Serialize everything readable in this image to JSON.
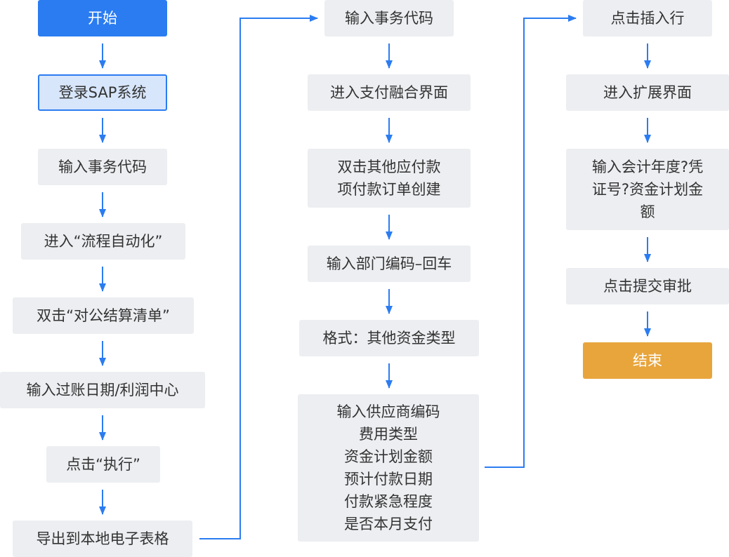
{
  "flow": {
    "col1": [
      {
        "id": "start",
        "text": "开始"
      },
      {
        "id": "login",
        "text": "登录SAP系统"
      },
      {
        "id": "tcode1",
        "text": "输入事务代码"
      },
      {
        "id": "process",
        "text": "进入“流程自动化”"
      },
      {
        "id": "dblclick1",
        "text": "双击“对公结算清单”"
      },
      {
        "id": "postdate",
        "text": "输入过账日期/利润中心"
      },
      {
        "id": "execute",
        "text": "点击“执行”"
      },
      {
        "id": "export",
        "text": "导出到本地电子表格"
      }
    ],
    "col2": [
      {
        "id": "tcode2",
        "text": "输入事务代码"
      },
      {
        "id": "payment",
        "text": "进入支付融合界面"
      },
      {
        "id": "dblclick2",
        "lines": [
          "双击其他应付款",
          "项付款订单创建"
        ]
      },
      {
        "id": "dept",
        "text": "输入部门编码–回车"
      },
      {
        "id": "format",
        "text": "格式：其他资金类型"
      },
      {
        "id": "supplier",
        "lines": [
          "输入供应商编码",
          "费用类型",
          "资金计划金额",
          "预计付款日期",
          "付款紧急程度",
          "是否本月支付"
        ]
      }
    ],
    "col3": [
      {
        "id": "insert",
        "text": "点击插入行"
      },
      {
        "id": "extend",
        "text": "进入扩展界面"
      },
      {
        "id": "fiscal",
        "lines": [
          "输入会计年度?凭",
          "证号?资金计划金",
          "额"
        ]
      },
      {
        "id": "submit",
        "text": "点击提交审批"
      },
      {
        "id": "end",
        "text": "结束"
      }
    ]
  },
  "colors": {
    "start": "#2b7cf1",
    "end": "#e8a53c",
    "node": "#eceef1",
    "arrow": "#2b7cf1"
  }
}
